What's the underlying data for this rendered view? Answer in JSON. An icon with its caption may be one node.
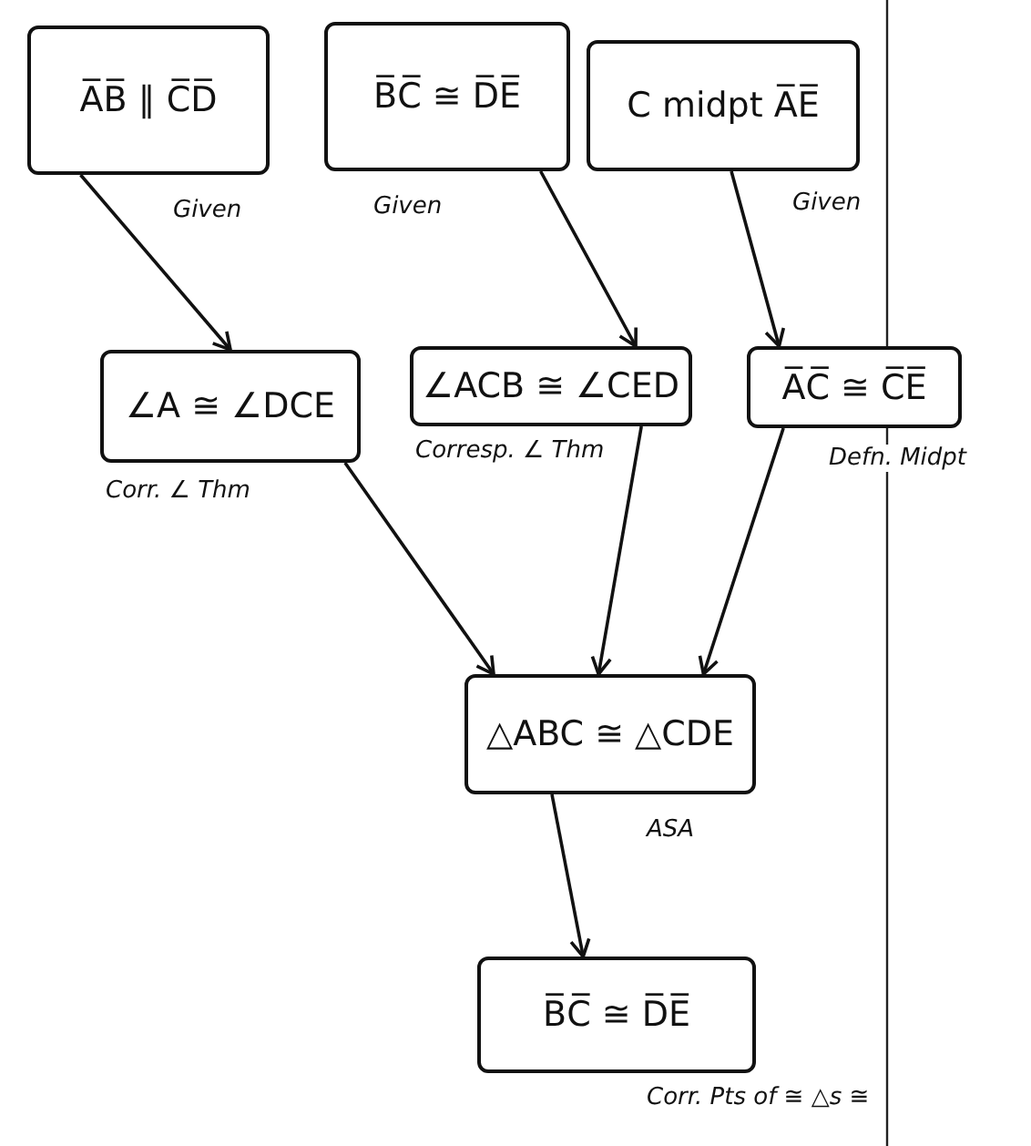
{
  "diagram": {
    "nodes": [
      {
        "text": [
          "A̅B̅ ∥ C̅D̅"
        ],
        "beside": [
          "Given"
        ]
      },
      {
        "text": [
          "B̅C̅ ≅ D̅E̅"
        ],
        "beside": [
          "Given"
        ]
      },
      {
        "text": [
          "C midpt A̅E̅"
        ],
        "beside": [
          "Given"
        ]
      },
      {
        "text": [
          "∠A ≅ ∠DCE"
        ],
        "beside": [
          "Corr. ∠ Thm"
        ]
      },
      {
        "text": [
          "∠ACB ≅ ∠CED"
        ],
        "beside": [
          "Corresp. ∠ Thm"
        ]
      },
      {
        "text": [
          "A̅C̅ ≅ C̅E̅"
        ],
        "beside": [
          "Defn. Midpt"
        ]
      },
      {
        "text": [
          "△ABC ≅ △CDE"
        ],
        "beside": [
          "ASA"
        ]
      },
      {
        "text": [
          "B̅C̅ ≅ D̅E̅"
        ],
        "beside": [
          "Corr. Pts of ≅ △s ≅"
        ]
      }
    ],
    "edges": [
      {
        "from": 0,
        "to": 3,
        "arrow": "to"
      },
      {
        "from": 1,
        "to": 4,
        "arrow": "to"
      },
      {
        "from": 2,
        "to": 5,
        "arrow": "to"
      },
      {
        "from": 3,
        "to": 6,
        "arrow": "to"
      },
      {
        "from": 4,
        "to": 6,
        "arrow": "to"
      },
      {
        "from": 5,
        "to": 6,
        "arrow": "to"
      },
      {
        "from": 6,
        "to": 7,
        "arrow": "to"
      }
    ]
  }
}
